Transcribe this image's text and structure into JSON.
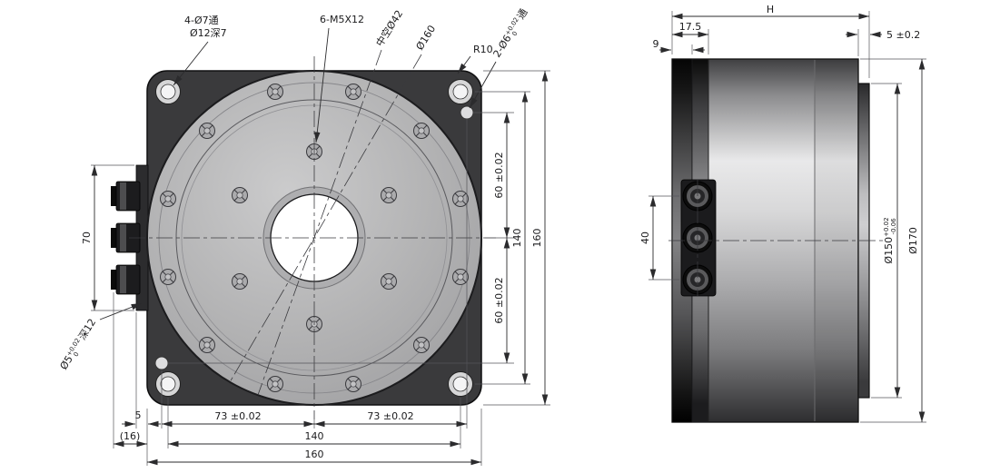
{
  "front": {
    "corner_hole_l1": "4-Ø7通",
    "corner_hole_l2": "Ø12深7",
    "screw_callout": "6-M5X12",
    "hollow_callout": "中空Ø42",
    "outer_dia_callout": "Ø160",
    "corner_radius_callout": "R10",
    "dowel_main": "2-Ø6",
    "dowel_sup": "+0.02",
    "dowel_sub": "0",
    "dowel_suffix": "通",
    "dim_60_top": "60 ±0.02",
    "dim_60_bottom": "60 ±0.02",
    "dim_140_right": "140",
    "dim_160_right": "160",
    "dim_70": "70",
    "side_hole_main": "Ø5",
    "side_hole_sup": "+0.02",
    "side_hole_sub": "0",
    "side_hole_suffix": "深12",
    "dim_5": "5",
    "dim_16": "(16)",
    "dim_73_left": "73 ±0.02",
    "dim_73_right": "73 ±0.02",
    "dim_140_bottom": "140",
    "dim_160_bottom": "160"
  },
  "side": {
    "dim_h": "H",
    "dim_17_5": "17.5",
    "dim_9": "9",
    "dim_5": "5 ±0.2",
    "dim_40": "40",
    "dia_150_main": "Ø150",
    "dia_150_sup": "+0.02",
    "dia_150_sub": "-0.06",
    "dia_170": "Ø170"
  },
  "colors": {
    "plate": "#3a3a3c",
    "flange": "#b4b4b6",
    "line": "#1d1d1f",
    "dim": "#2b2b2d",
    "background": "#ffffff"
  }
}
